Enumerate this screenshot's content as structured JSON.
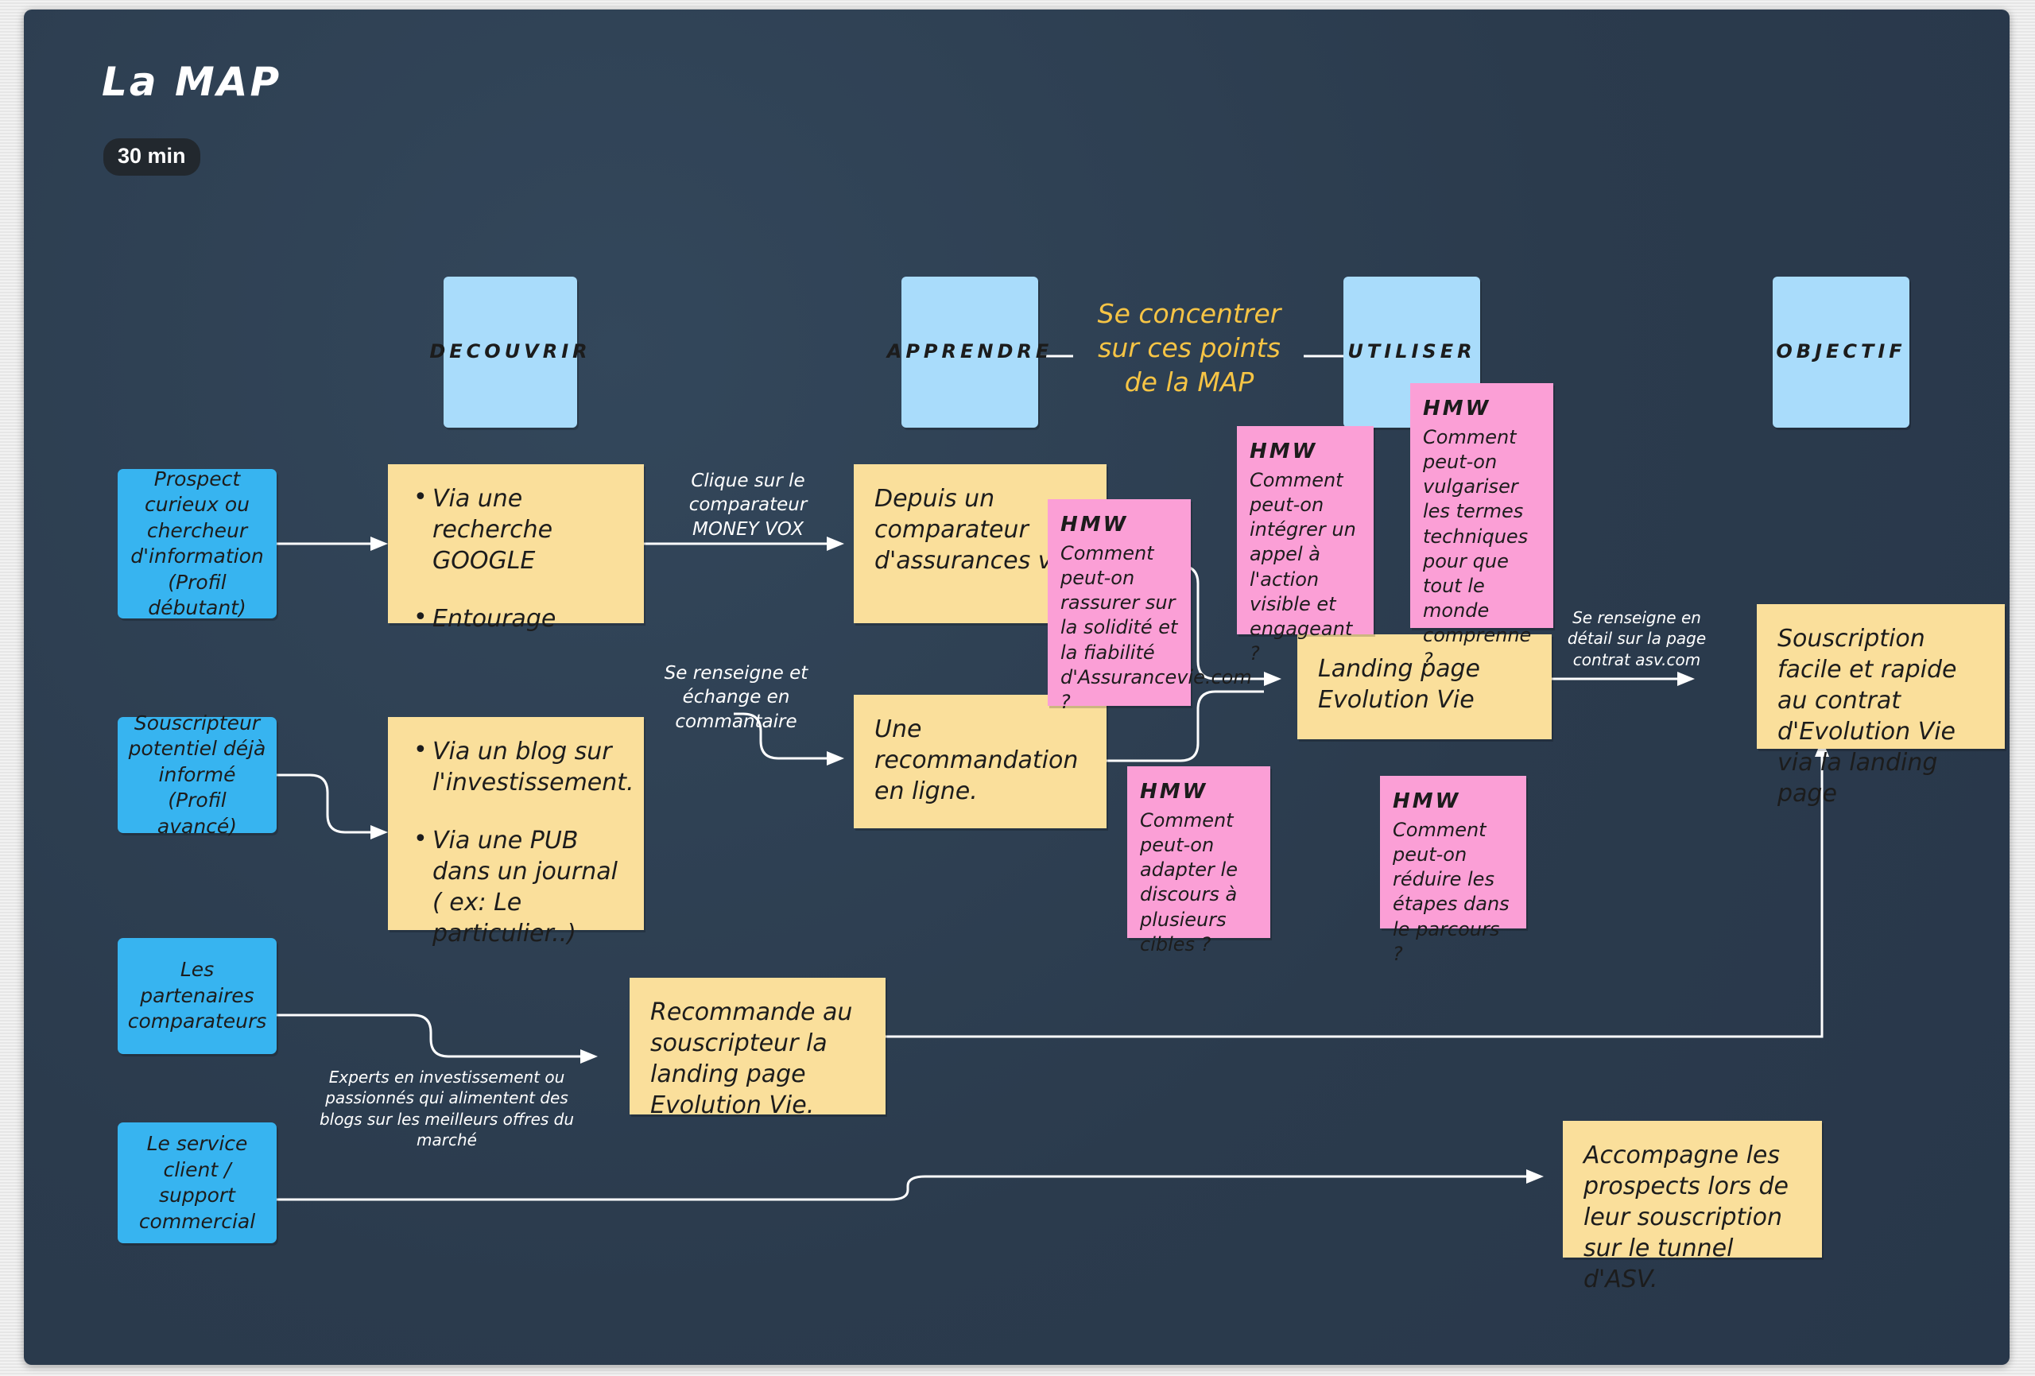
{
  "board": {
    "title": "La MAP",
    "duration_badge": "30 min",
    "canvas_color": "#2c3e50",
    "colors": {
      "stage": "#a9dcfb",
      "persona": "#37b4f0",
      "note_yellow": "#fadf9b",
      "note_pink": "#fb9fd6",
      "accent_text": "#f6c445",
      "connector": "#ffffff"
    }
  },
  "stages": [
    {
      "label": "DECOUVRIR"
    },
    {
      "label": "APPRENDRE"
    },
    {
      "label": "UTILISER"
    },
    {
      "label": "OBJECTIF"
    }
  ],
  "focus_note": "Se concentrer\nsur ces points\nde la MAP",
  "personas": [
    {
      "text": "Prospect curieux ou chercheur d'information (Profil débutant)"
    },
    {
      "text": "Souscripteur potentiel déjà informé (Profil avancé)"
    },
    {
      "text": "Les partenaires comparateurs"
    },
    {
      "text": "Le service client / support commercial"
    }
  ],
  "channel_notes": [
    {
      "bullets": [
        "Via une recherche GOOGLE",
        "Entourage"
      ]
    },
    {
      "bullets": [
        "Via un blog sur l'investissement.",
        "Via une PUB dans un journal ( ex: Le particulier..)"
      ]
    }
  ],
  "yellow_notes": [
    {
      "id": "comparateur",
      "text": "Depuis un comparateur d'assurances vie."
    },
    {
      "id": "recommandation",
      "text": "Une recommandation en ligne."
    },
    {
      "id": "landing-page",
      "text": "Landing page Evolution Vie"
    },
    {
      "id": "recommande-lp",
      "text": "Recommande au souscripteur la landing page Evolution Vie."
    },
    {
      "id": "accompagne",
      "text": "Accompagne les prospects lors de leur souscription sur le tunnel d'ASV."
    },
    {
      "id": "objectif",
      "text": "Souscription facile et rapide au contrat d'Evolution Vie via la landing page"
    }
  ],
  "hmw_notes": [
    {
      "id": "hmw-rassurer",
      "head": "HMW",
      "body": "Comment peut-on rassurer sur la solidité et la fiabilité d'Assurancevie.com ?"
    },
    {
      "id": "hmw-appel-action",
      "head": "HMW",
      "body": "Comment peut-on intégrer un appel à l'action visible et engageant ?"
    },
    {
      "id": "hmw-vulgariser",
      "head": "HMW",
      "body": "Comment peut-on vulgariser les termes techniques pour que tout le monde comprenne ?"
    },
    {
      "id": "hmw-discours",
      "head": "HMW",
      "body": "Comment peut-on adapter le discours à plusieurs cibles ?"
    },
    {
      "id": "hmw-etapes",
      "head": "HMW",
      "body": "Comment peut-on réduire les étapes dans le parcours ?"
    }
  ],
  "connector_labels": [
    {
      "id": "money-vox",
      "text": "Clique sur le comparateur MONEY VOX"
    },
    {
      "id": "commentaire",
      "text": "Se renseigne et échange en commantaire"
    },
    {
      "id": "experts",
      "text": "Experts en investissement ou passionnés qui alimentent des blogs sur les meilleurs offres du marché"
    },
    {
      "id": "page-contrat",
      "text": "Se renseigne en détail sur la page contrat asv.com"
    }
  ]
}
